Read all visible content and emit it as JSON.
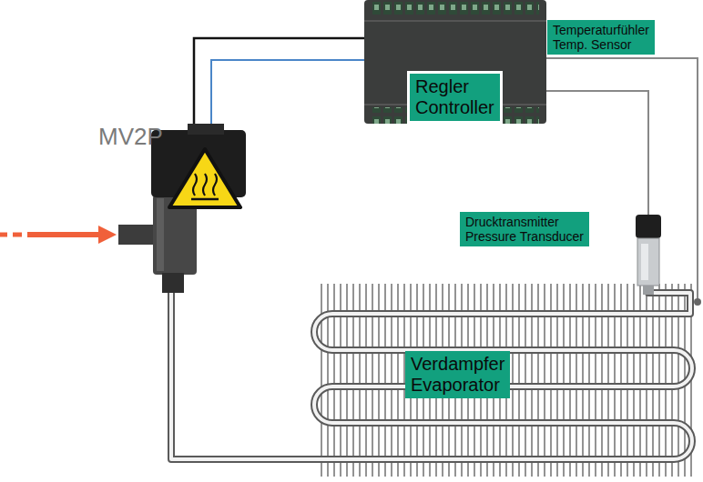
{
  "diagram": {
    "nodes": [
      {
        "text": [
          "Regler",
          "Controller"
        ]
      },
      {
        "text": [
          "Temperaturfühler",
          "Temp. Sensor"
        ]
      },
      {
        "text": [
          "Drucktransmitter",
          "Pressure Transducer"
        ]
      },
      {
        "text": [
          "Verdampfer",
          "Evaporator"
        ]
      }
    ],
    "labels": [
      "MV2P"
    ]
  }
}
